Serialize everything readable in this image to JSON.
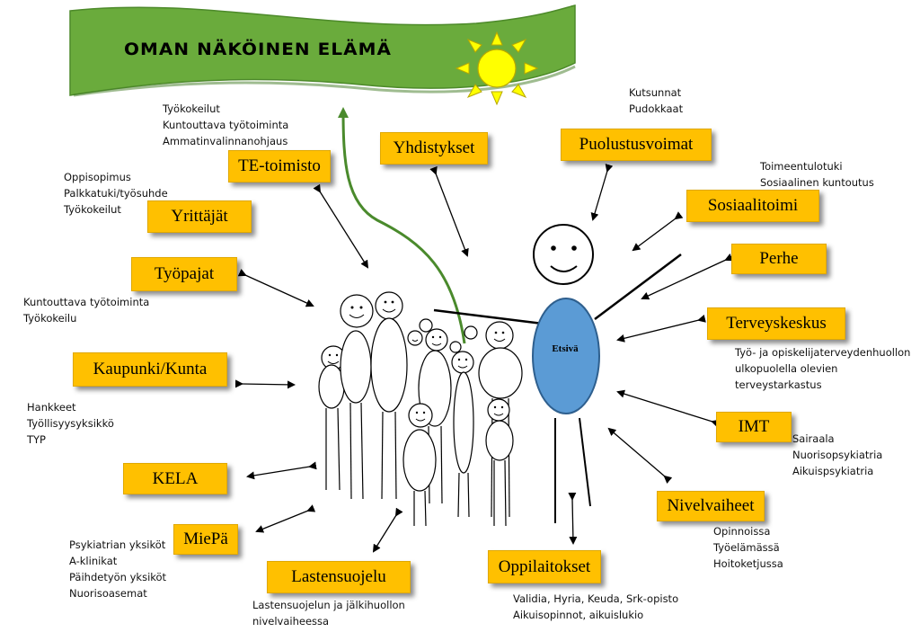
{
  "banner": {
    "title": "OMAN NÄKÖINEN ELÄMÄ",
    "color": "#6aab3c",
    "sun_color": "#ffff00"
  },
  "center_person": {
    "label": "Etsivä",
    "body_color": "#5b9bd5"
  },
  "box_color": "#ffc000",
  "boxes": {
    "te_toimisto": "TE-toimisto",
    "yhdistykset": "Yhdistykset",
    "puolustusvoimat": "Puolustusvoimat",
    "sosiaalitoimi": "Sosiaalitoimi",
    "perhe": "Perhe",
    "terveyskeskus": "Terveyskeskus",
    "imt": "IMT",
    "nivelvaiheet": "Nivelvaiheet",
    "oppilaitokset": "Oppilaitokset",
    "lastensuojelu": "Lastensuojelu",
    "miepa": "MiePä",
    "kela": "KELA",
    "kaupunki_kunta": "Kaupunki/Kunta",
    "tyopajat": "Työpajat",
    "yrittajat": "Yrittäjät"
  },
  "notes": {
    "te_toimisto": [
      "Työkokeilut",
      "Kuntouttava työtoiminta",
      "Ammatinvalinnanohjaus"
    ],
    "puolustusvoimat": [
      "Kutsunnat",
      "Pudokkaat"
    ],
    "sosiaalitoimi": [
      "Toimeentulotuki",
      "Sosiaalinen kuntoutus"
    ],
    "yrittajat": [
      "Oppisopimus",
      "Palkkatuki/työsuhde",
      "Työkokeilut"
    ],
    "tyopajat": [
      "Kuntouttava työtoiminta",
      "Työkokeilu"
    ],
    "terveyskeskus": [
      "Työ- ja opiskelijaterveydenhuollon",
      "ulkopuolella olevien",
      "terveystarkastus"
    ],
    "kaupunki_kunta": [
      "Hankkeet",
      "Työllisyysyksikkö",
      "TYP"
    ],
    "imt": [
      "Sairaala",
      "Nuorisopsykiatria",
      "Aikuispsykiatria"
    ],
    "nivelvaiheet": [
      "Opinnoissa",
      "Työelämässä",
      "Hoitoketjussa"
    ],
    "miepa": [
      "Psykiatrian yksiköt",
      "A-klinikat",
      "Päihdetyön yksiköt",
      "Nuorisoasemat"
    ],
    "lastensuojelu": [
      "Lastensuojelun ja jälkihuollon",
      "nivelvaiheessa"
    ],
    "oppilaitokset": [
      "Validia, Hyria, Keuda, Srk-opisto",
      "Aikuisopinnot, aikuislukio"
    ]
  }
}
